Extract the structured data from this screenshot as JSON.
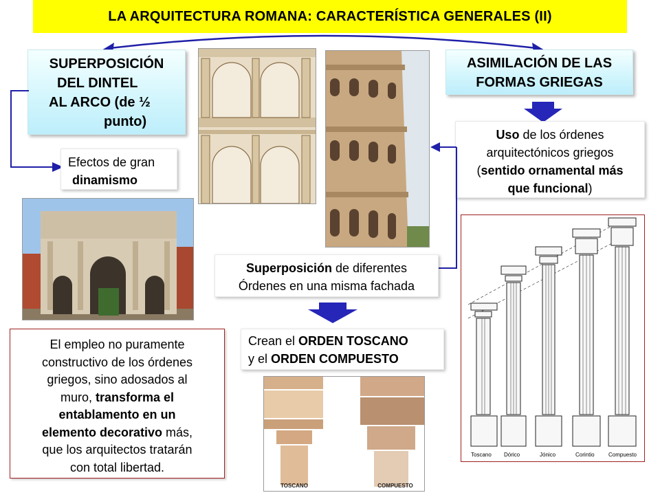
{
  "title": "LA ARQUITECTURA ROMANA: CARACTERÍSTICA GENERALES (II)",
  "left_heading": {
    "line1": "SUPERPOSICIÓN",
    "line2": "DEL DINTEL",
    "line3": "AL ARCO (de ½",
    "line4": "punto)"
  },
  "right_heading": {
    "line1": "ASIMILACIÓN DE LAS",
    "line2": "FORMAS GRIEGAS"
  },
  "effects": {
    "line1": "Efectos de gran",
    "line2_bold": "dinamismo"
  },
  "uso": {
    "bold1": "Uso",
    "text1": " de los órdenes",
    "line2": "arquitectónicos griegos",
    "paren_open": "(",
    "bold2": "sentido ornamental más",
    "bold3": "que funcional",
    "paren_close": ")"
  },
  "superposicion": {
    "bold": "Superposición",
    "text1": " de diferentes",
    "line2": "Órdenes en una misma fachada"
  },
  "crean": {
    "text1": "Crean el ",
    "bold1": "ORDEN TOSCANO",
    "text2": "y el ",
    "bold2": "ORDEN COMPUESTO"
  },
  "empleo": {
    "l1": "El empleo no puramente",
    "l2": "constructivo de los órdenes",
    "l3": "griegos, sino adosados al",
    "l4a": "muro, ",
    "l4b": "transforma el",
    "l5": "entablamento en un",
    "l6a": "elemento decorativo",
    "l6b": " más,",
    "l7": "que los arquitectos tratarán",
    "l8": "con total libertad."
  },
  "orders_captions": [
    "Toscano",
    "Dórico",
    "Jónico",
    "Corintio",
    "Compuesto"
  ],
  "capital_captions": [
    "TOSCANO",
    "COMPUESTO"
  ],
  "colors": {
    "title_bg": "#ffff00",
    "arrow_blue": "#1f1fa8",
    "box_border_red": "#a02020",
    "cyan_box": "#d4f6fd"
  },
  "icons": [
    "curved-double-arrow-icon",
    "elbow-arrow-icon",
    "down-arrow-icon"
  ]
}
